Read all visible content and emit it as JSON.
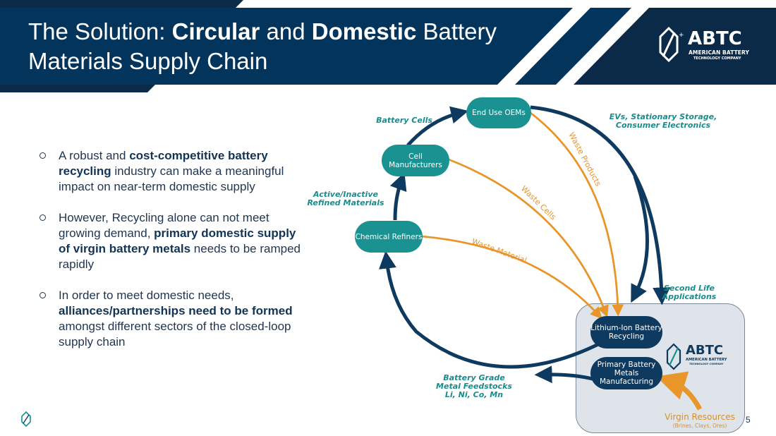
{
  "header": {
    "title_part1": "The Solution: ",
    "title_bold1": "Circular",
    "title_part2": " and ",
    "title_bold2": "Domestic",
    "title_part3": " Battery",
    "title_line2": "Materials Supply Chain",
    "logo": {
      "icon": "abtc-battery-logo-icon",
      "name": "ABTC",
      "sub1": "AMERICAN BATTERY",
      "sub2": "TECHNOLOGY COMPANY"
    }
  },
  "bullets": [
    {
      "pre": "A robust and ",
      "bold": "cost-competitive battery recycling",
      "post": " industry can make a meaningful impact on near-term domestic supply"
    },
    {
      "pre": "However, Recycling alone can not meet growing demand, ",
      "bold": "primary domestic supply of virgin battery metals",
      "post": " needs to be ramped rapidly"
    },
    {
      "pre": "In order to meet domestic needs, ",
      "bold": "alliances/partnerships need to be formed",
      "post": " amongst different sectors of the closed-loop supply chain"
    }
  ],
  "diagram": {
    "nodes": {
      "end_use": "End Use OEMs",
      "cell_mfr": "Cell Manufacturers",
      "chem_ref": "Chemical Refiners",
      "recycling": "Lithium-Ion Battery Recycling",
      "primary": "Primary Battery Metals Manufacturing"
    },
    "flow_labels": {
      "battery_cells": "Battery Cells",
      "active_inactive": "Active/Inactive Refined Materials",
      "evs": "EVs, Stationary Storage, Consumer Electronics",
      "second_life": "Second Life Applications",
      "feedstocks_1": "Battery Grade",
      "feedstocks_2": "Metal Feedstocks",
      "feedstocks_3": "Li, Ni, Co, Mn"
    },
    "waste_labels": {
      "products": "Waste Products",
      "cells": "Waste Cells",
      "material": "Waste Material"
    },
    "virgin": {
      "title": "Virgin Resources",
      "sub": "(Brines, Clays, Ores)"
    },
    "box_logo": {
      "name": "ABTC",
      "sub1": "AMERICAN BATTERY",
      "sub2": "TECHNOLOGY COMPANY"
    },
    "colors": {
      "navy": "#0f3a5f",
      "teal": "#1a9292",
      "orange": "#e8962a"
    }
  },
  "footer": {
    "page_number": "5"
  }
}
